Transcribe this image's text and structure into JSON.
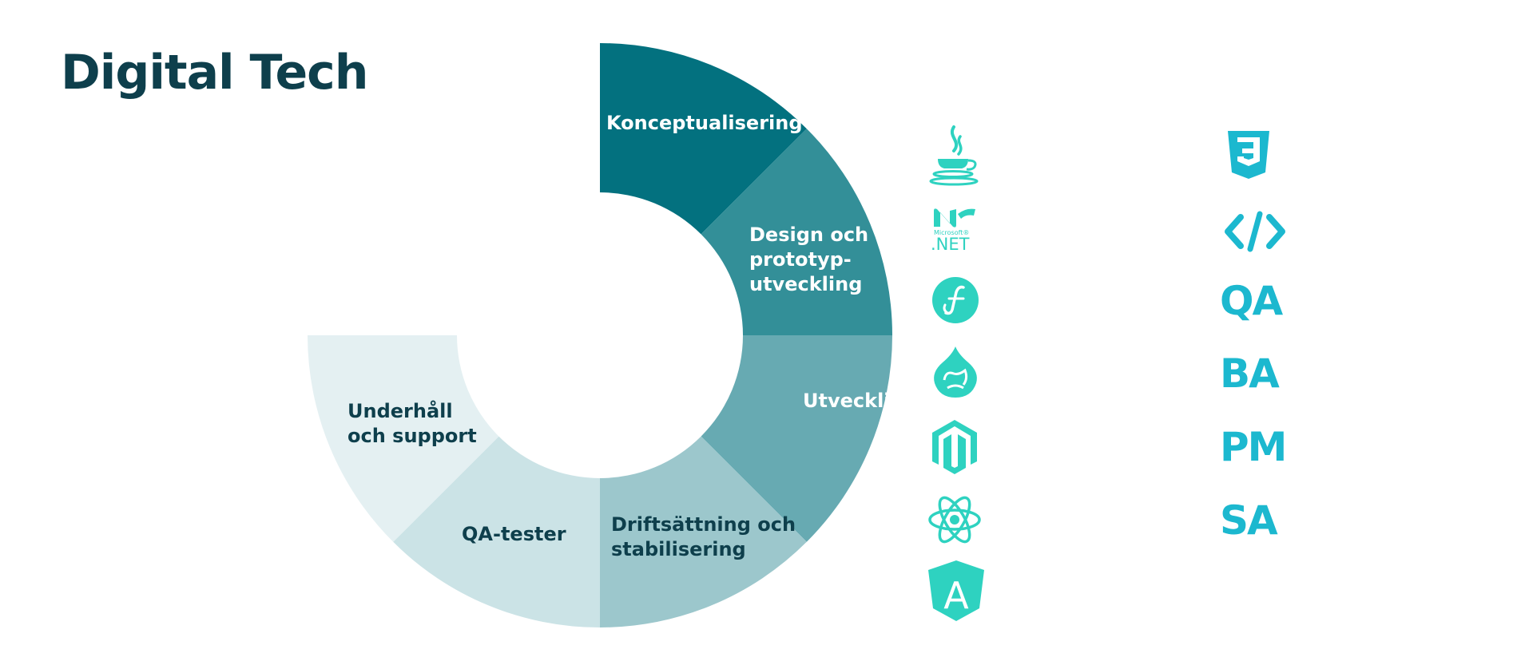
{
  "title": "Digital Tech",
  "diagram": {
    "segments": [
      {
        "label_lines": [
          "Konceptualisering"
        ],
        "color": "#03717f",
        "text_color": "#ffffff"
      },
      {
        "label_lines": [
          "Design och",
          "prototyp-",
          "utveckling"
        ],
        "color": "#338f98",
        "text_color": "#ffffff"
      },
      {
        "label_lines": [
          "Utveckling"
        ],
        "color": "#67aab2",
        "text_color": "#ffffff"
      },
      {
        "label_lines": [
          "Driftsättning och",
          "stabilisering"
        ],
        "color": "#9cc7cc",
        "text_color": "#0e3f4c"
      },
      {
        "label_lines": [
          "QA-tester"
        ],
        "color": "#cbe3e6",
        "text_color": "#0e3f4c"
      },
      {
        "label_lines": [
          "Underhåll",
          "och support"
        ],
        "color": "#e4f0f2",
        "text_color": "#0e3f4c"
      }
    ]
  },
  "tech_icons": [
    "java-icon",
    "dotnet-icon",
    "symfony-icon",
    "drupal-icon",
    "magento-icon",
    "react-icon",
    "angular-icon"
  ],
  "dotnet": {
    "small": "Microsoft®",
    "big": ".NET"
  },
  "angular_letter": "A",
  "roles": [
    "QA",
    "BA",
    "PM",
    "SA"
  ],
  "colors": {
    "title": "#0e3f4c",
    "icon_green": "#2ed2c0",
    "icon_cyan": "#1cb8cf"
  }
}
